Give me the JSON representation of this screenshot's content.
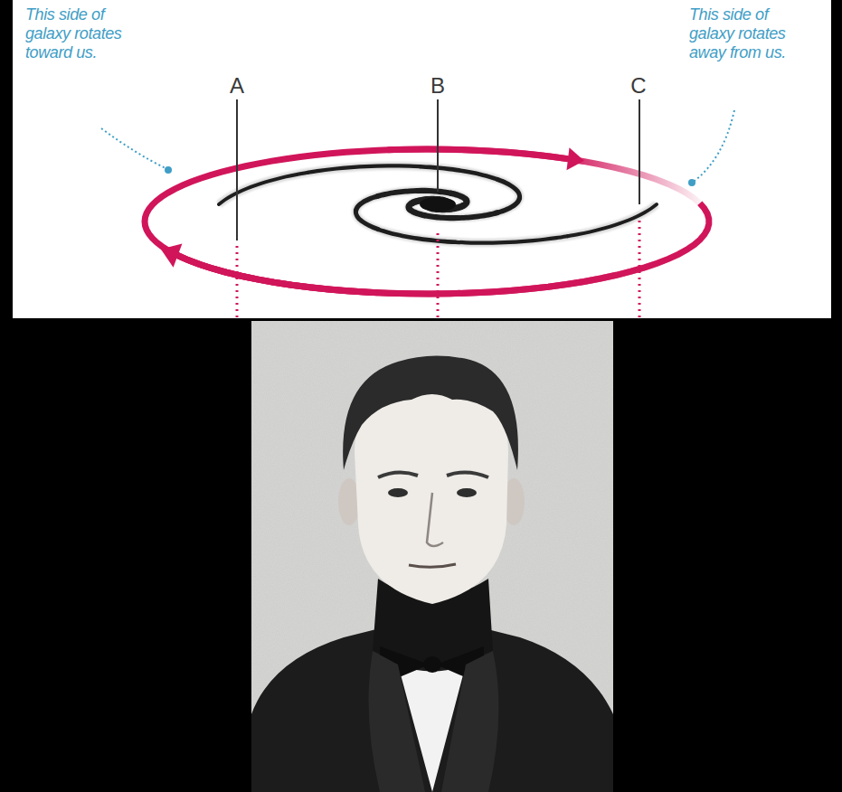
{
  "diagram": {
    "labels": [
      "This side of galaxy rotates toward us.",
      "A",
      "B",
      "C",
      "This side of galaxy rotates away from us."
    ]
  }
}
